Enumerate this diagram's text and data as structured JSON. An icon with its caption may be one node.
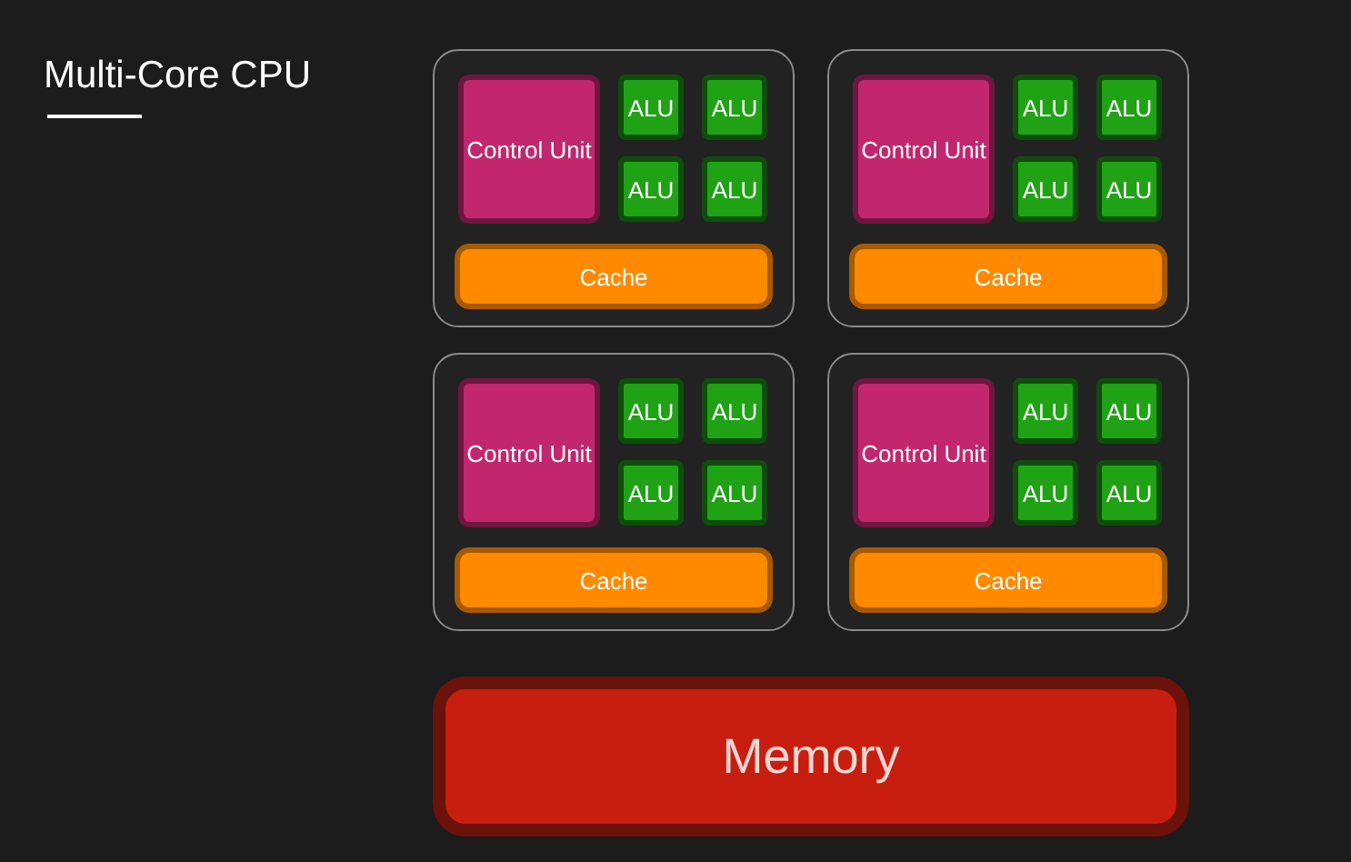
{
  "diagram": {
    "title": "Multi-Core CPU",
    "nodes": [
      {
        "text": [],
        "shape": "box"
      },
      {
        "text": [
          "Control Unit"
        ],
        "in": 0
      },
      {
        "text": [
          "ALU"
        ],
        "in": 0
      },
      {
        "text": [
          "ALU"
        ],
        "in": 0
      },
      {
        "text": [
          "ALU"
        ],
        "in": 0
      },
      {
        "text": [
          "ALU"
        ],
        "in": 0
      },
      {
        "text": [
          "Cache"
        ],
        "in": 0
      },
      {
        "text": [],
        "shape": "box"
      },
      {
        "text": [
          "Control Unit"
        ],
        "in": 7
      },
      {
        "text": [
          "ALU"
        ],
        "in": 7
      },
      {
        "text": [
          "ALU"
        ],
        "in": 7
      },
      {
        "text": [
          "ALU"
        ],
        "in": 7
      },
      {
        "text": [
          "ALU"
        ],
        "in": 7
      },
      {
        "text": [
          "Cache"
        ],
        "in": 7
      },
      {
        "text": [],
        "shape": "box"
      },
      {
        "text": [
          "Control Unit"
        ],
        "in": 14
      },
      {
        "text": [
          "ALU"
        ],
        "in": 14
      },
      {
        "text": [
          "ALU"
        ],
        "in": 14
      },
      {
        "text": [
          "ALU"
        ],
        "in": 14
      },
      {
        "text": [
          "ALU"
        ],
        "in": 14
      },
      {
        "text": [
          "Cache"
        ],
        "in": 14
      },
      {
        "text": [],
        "shape": "box"
      },
      {
        "text": [
          "Control Unit"
        ],
        "in": 21
      },
      {
        "text": [
          "ALU"
        ],
        "in": 21
      },
      {
        "text": [
          "ALU"
        ],
        "in": 21
      },
      {
        "text": [
          "ALU"
        ],
        "in": 21
      },
      {
        "text": [
          "ALU"
        ],
        "in": 21
      },
      {
        "text": [
          "Cache"
        ],
        "in": 21
      },
      {
        "text": [
          "Memory"
        ]
      }
    ],
    "edges": []
  }
}
